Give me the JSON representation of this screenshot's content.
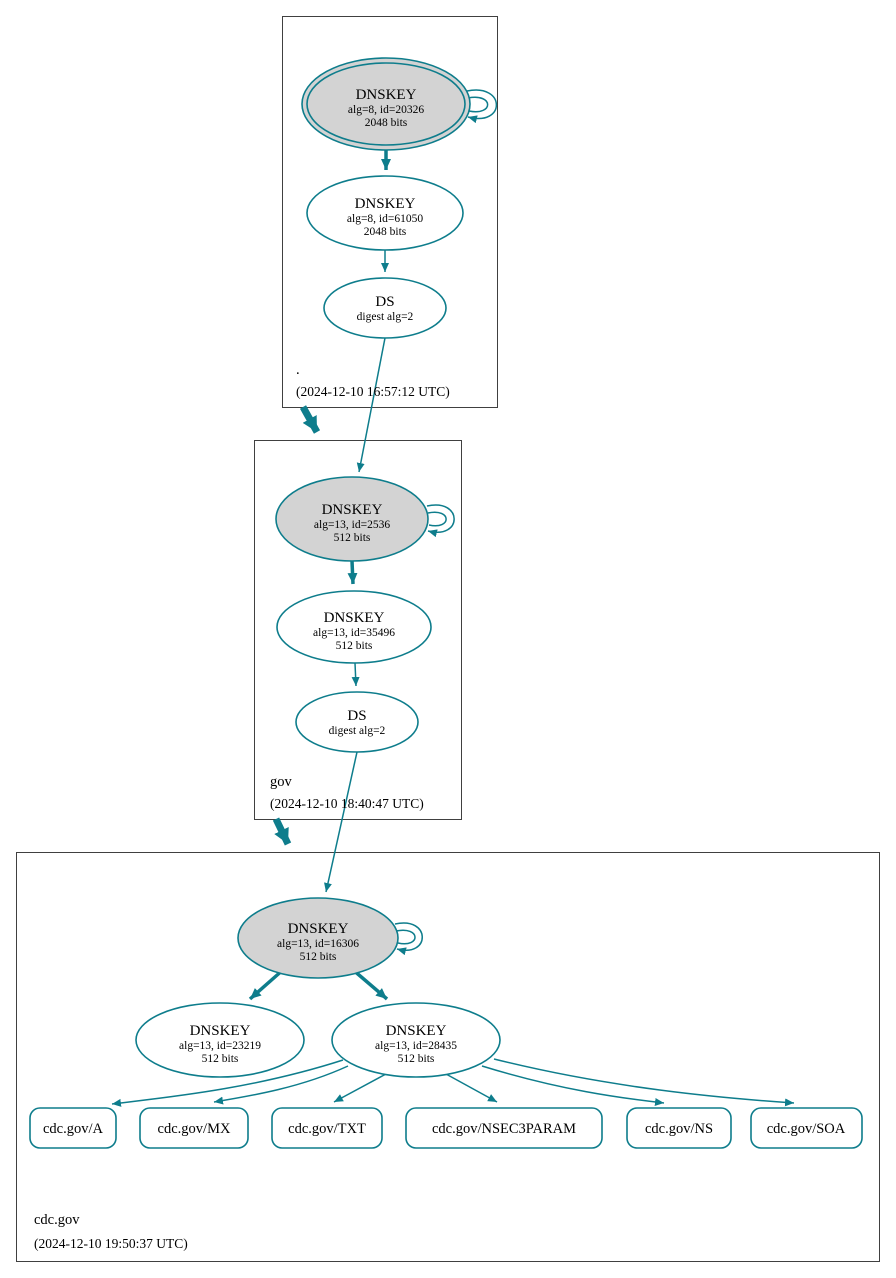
{
  "title": "DNSSEC authentication chain: . -> gov -> cdc.gov",
  "colors": {
    "edge": "#0e7d8c",
    "ksk-fill": "#d3d3d3",
    "node-fill": "#ffffff",
    "zone-border": "#404040",
    "text": "#000000"
  },
  "zones": {
    "root": {
      "label": ".",
      "timestamp": "(2024-12-10 16:57:12 UTC)",
      "ksk": {
        "type": "DNSKEY",
        "detail": "alg=8, id=20326",
        "bits": "2048 bits"
      },
      "zsk": {
        "type": "DNSKEY",
        "detail": "alg=8, id=61050",
        "bits": "2048 bits"
      },
      "ds": {
        "type": "DS",
        "detail": "digest alg=2"
      }
    },
    "gov": {
      "label": "gov",
      "timestamp": "(2024-12-10 18:40:47 UTC)",
      "ksk": {
        "type": "DNSKEY",
        "detail": "alg=13, id=2536",
        "bits": "512 bits"
      },
      "zsk": {
        "type": "DNSKEY",
        "detail": "alg=13, id=35496",
        "bits": "512 bits"
      },
      "ds": {
        "type": "DS",
        "detail": "digest alg=2"
      }
    },
    "cdc": {
      "label": "cdc.gov",
      "timestamp": "(2024-12-10 19:50:37 UTC)",
      "ksk": {
        "type": "DNSKEY",
        "detail": "alg=13, id=16306",
        "bits": "512 bits"
      },
      "zsk1": {
        "type": "DNSKEY",
        "detail": "alg=13, id=23219",
        "bits": "512 bits"
      },
      "zsk2": {
        "type": "DNSKEY",
        "detail": "alg=13, id=28435",
        "bits": "512 bits"
      },
      "records": [
        {
          "label": "cdc.gov/A"
        },
        {
          "label": "cdc.gov/MX"
        },
        {
          "label": "cdc.gov/TXT"
        },
        {
          "label": "cdc.gov/NSEC3PARAM"
        },
        {
          "label": "cdc.gov/NS"
        },
        {
          "label": "cdc.gov/SOA"
        }
      ]
    }
  },
  "edges": [
    {
      "from": "root-dnskey-20326",
      "to": "root-dnskey-20326"
    },
    {
      "from": "root-dnskey-20326",
      "to": "root-dnskey-61050"
    },
    {
      "from": "root-dnskey-61050",
      "to": "root-ds"
    },
    {
      "from": "root-ds",
      "to": "gov-dnskey-2536"
    },
    {
      "from": "root-zone",
      "to": "gov-zone"
    },
    {
      "from": "gov-dnskey-2536",
      "to": "gov-dnskey-2536"
    },
    {
      "from": "gov-dnskey-2536",
      "to": "gov-dnskey-35496"
    },
    {
      "from": "gov-dnskey-35496",
      "to": "gov-ds"
    },
    {
      "from": "gov-ds",
      "to": "cdc.gov-dnskey-16306"
    },
    {
      "from": "gov-zone",
      "to": "cdc.gov-zone"
    },
    {
      "from": "cdc.gov-dnskey-16306",
      "to": "cdc.gov-dnskey-16306"
    },
    {
      "from": "cdc.gov-dnskey-16306",
      "to": "cdc.gov-dnskey-23219"
    },
    {
      "from": "cdc.gov-dnskey-16306",
      "to": "cdc.gov-dnskey-28435"
    },
    {
      "from": "cdc.gov-dnskey-28435",
      "to": "cdc.gov/A"
    },
    {
      "from": "cdc.gov-dnskey-28435",
      "to": "cdc.gov/MX"
    },
    {
      "from": "cdc.gov-dnskey-28435",
      "to": "cdc.gov/TXT"
    },
    {
      "from": "cdc.gov-dnskey-28435",
      "to": "cdc.gov/NSEC3PARAM"
    },
    {
      "from": "cdc.gov-dnskey-28435",
      "to": "cdc.gov/NS"
    },
    {
      "from": "cdc.gov-dnskey-28435",
      "to": "cdc.gov/SOA"
    }
  ]
}
